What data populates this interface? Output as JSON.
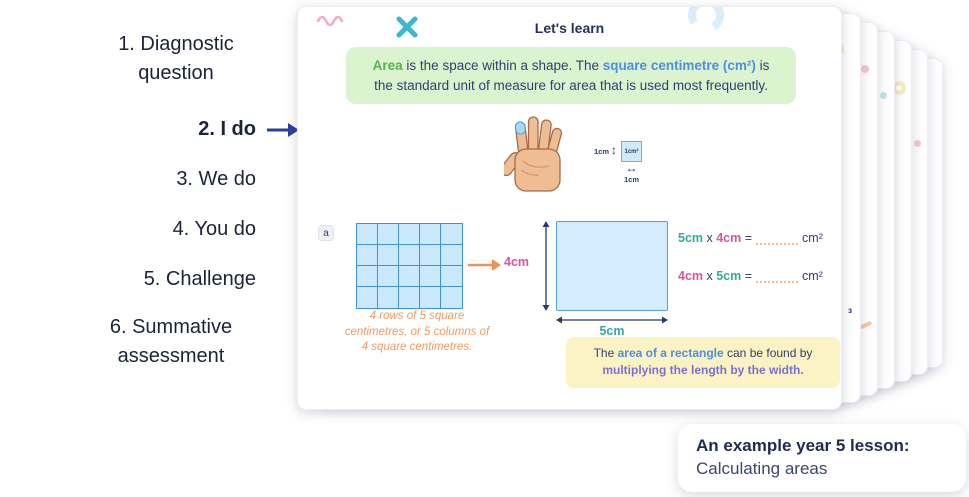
{
  "steps": {
    "items": [
      {
        "label": "1. Diagnostic question",
        "active": false
      },
      {
        "label": "2. I do",
        "active": true
      },
      {
        "label": "3. We do",
        "active": false
      },
      {
        "label": "4. You do",
        "active": false
      },
      {
        "label": "5. Challenge",
        "active": false
      },
      {
        "label": "6. Summative assessment",
        "active": false
      }
    ]
  },
  "slide": {
    "title": "Let's learn",
    "definition": {
      "highlight_green": "Area",
      "text_1": " is the space within a shape. The ",
      "highlight_blue": "square centimetre (cm²)",
      "text_2": " is the standard unit of measure for area that is used most frequently."
    },
    "unit_square": {
      "left_label": "1cm",
      "inner_label": "1cm²",
      "bottom_label": "1cm",
      "v_arrow": "↕",
      "h_arrow": "↔"
    },
    "item_label": "a",
    "rect_height_label": "4cm",
    "rect_width_label": "5cm",
    "equation_1": {
      "a": "5cm",
      "times": " x ",
      "b": "4cm",
      "equals": " =",
      "unit": "cm²"
    },
    "equation_2": {
      "a": "4cm",
      "times": " x ",
      "b": "5cm",
      "equals": " =",
      "unit": "cm²"
    },
    "note": "4 rows of 5 square centimetres, or 5 columns of 4 square centimetres.",
    "rule": {
      "text_1": "The ",
      "highlight_1": "area of a rectangle",
      "text_2": " can be found by ",
      "highlight_2": "multiplying the length by the width."
    },
    "stack_fragment": "³"
  },
  "caption": {
    "title": "An example year 5 lesson:",
    "subtitle": "Calculating areas"
  },
  "colors": {
    "navy": "#2b3a68",
    "green_highlight": "#56b24c",
    "blue_highlight": "#4a90e2",
    "pink": "#d9549e",
    "teal": "#33ab9b",
    "orange": "#f2995f",
    "green_box_bg": "#dbf3cf",
    "yellow_box_bg": "#fcf3c5",
    "grid_blue": "#3f93d2",
    "grid_fill": "#c9e8fb",
    "step_arrow_blue": "#2b3f9e"
  }
}
